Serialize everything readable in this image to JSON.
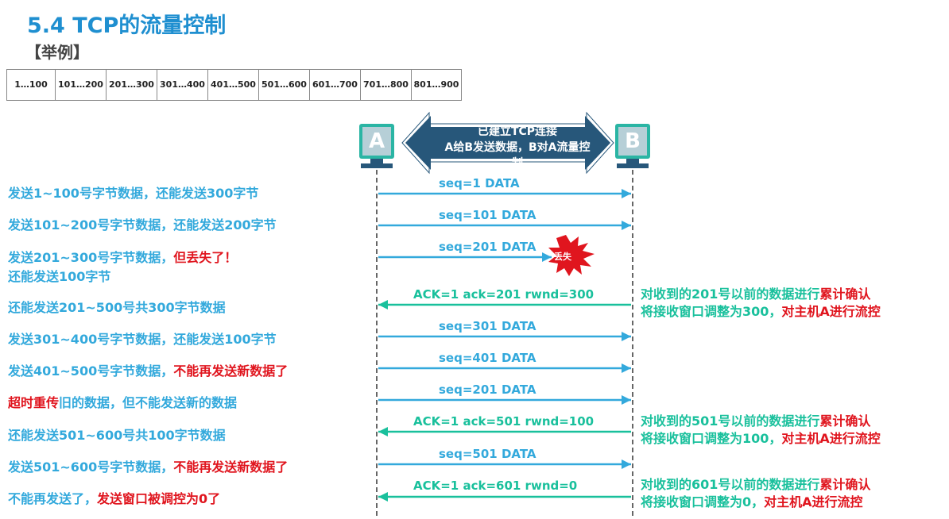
{
  "header": {
    "title": "5.4 TCP的流量控制",
    "subtitle": "【举例】"
  },
  "byte_ranges": [
    "1…100",
    "101…200",
    "201…300",
    "301…400",
    "401…500",
    "501…600",
    "601…700",
    "701…800",
    "801…900"
  ],
  "hosts": {
    "a": "A",
    "b": "B"
  },
  "banner": {
    "line1": "已建立TCP连接",
    "line2": "A给B发送数据，B对A流量控制"
  },
  "messages": [
    {
      "dir": "ab",
      "label": "seq=1   DATA"
    },
    {
      "dir": "ab",
      "label": "seq=101   DATA"
    },
    {
      "dir": "ab",
      "label": "seq=201   DATA",
      "lost": true
    },
    {
      "dir": "ba",
      "label": "ACK=1   ack=201    rwnd=300"
    },
    {
      "dir": "ab",
      "label": "seq=301   DATA"
    },
    {
      "dir": "ab",
      "label": "seq=401   DATA"
    },
    {
      "dir": "ab",
      "label": "seq=201   DATA"
    },
    {
      "dir": "ba",
      "label": "ACK=1   ack=501    rwnd=100"
    },
    {
      "dir": "ab",
      "label": "seq=501   DATA"
    },
    {
      "dir": "ba",
      "label": "ACK=1   ack=601    rwnd=0"
    }
  ],
  "lost_label": "丢失",
  "left_notes": [
    {
      "a": "发送1~100号字节数据，还能发送300字节",
      "b": ""
    },
    {
      "a": "发送101~200号字节数据，还能发送200字节",
      "b": ""
    },
    {
      "a": "发送201~300号字节数据，",
      "b": "但丢失了",
      "c": "！"
    },
    {
      "a": "还能发送100字节",
      "b": ""
    },
    {
      "a": "还能发送201~500号共300字节数据",
      "b": ""
    },
    {
      "a": "发送301~400号字节数据，还能发送100字节",
      "b": ""
    },
    {
      "a": "发送401~500号字节数据，",
      "b": "不能再发送新数据了"
    },
    {
      "a": "",
      "b": "超时重传",
      "c": "旧的数据，但不能发送新的数据"
    },
    {
      "a": "还能发送501~600号共100字节数据",
      "b": ""
    },
    {
      "a": "发送501~600号字节数据，",
      "b": "不能再发送新数据了"
    },
    {
      "a": "不能再发送了，",
      "b": "发送窗口被调控为0了"
    }
  ],
  "right_notes": [
    {
      "l1a": "对收到的201号以前的数据进行",
      "l1b": "累计确认",
      "l2a": "将接收窗口调整为300，",
      "l2b": "对主机A进行流控"
    },
    {
      "l1a": "对收到的501号以前的数据进行",
      "l1b": "累计确认",
      "l2a": "将接收窗口调整为100，",
      "l2b": "对主机A进行流控"
    },
    {
      "l1a": "对收到的601号以前的数据进行",
      "l1b": "累计确认",
      "l2a": "将接收窗口调整为0，",
      "l2b": "对主机A进行流控"
    }
  ],
  "colors": {
    "blue": "#33a9dc",
    "green": "#19c09c",
    "red": "#e0151e",
    "navy": "#27577a",
    "title": "#1f8fd0"
  }
}
